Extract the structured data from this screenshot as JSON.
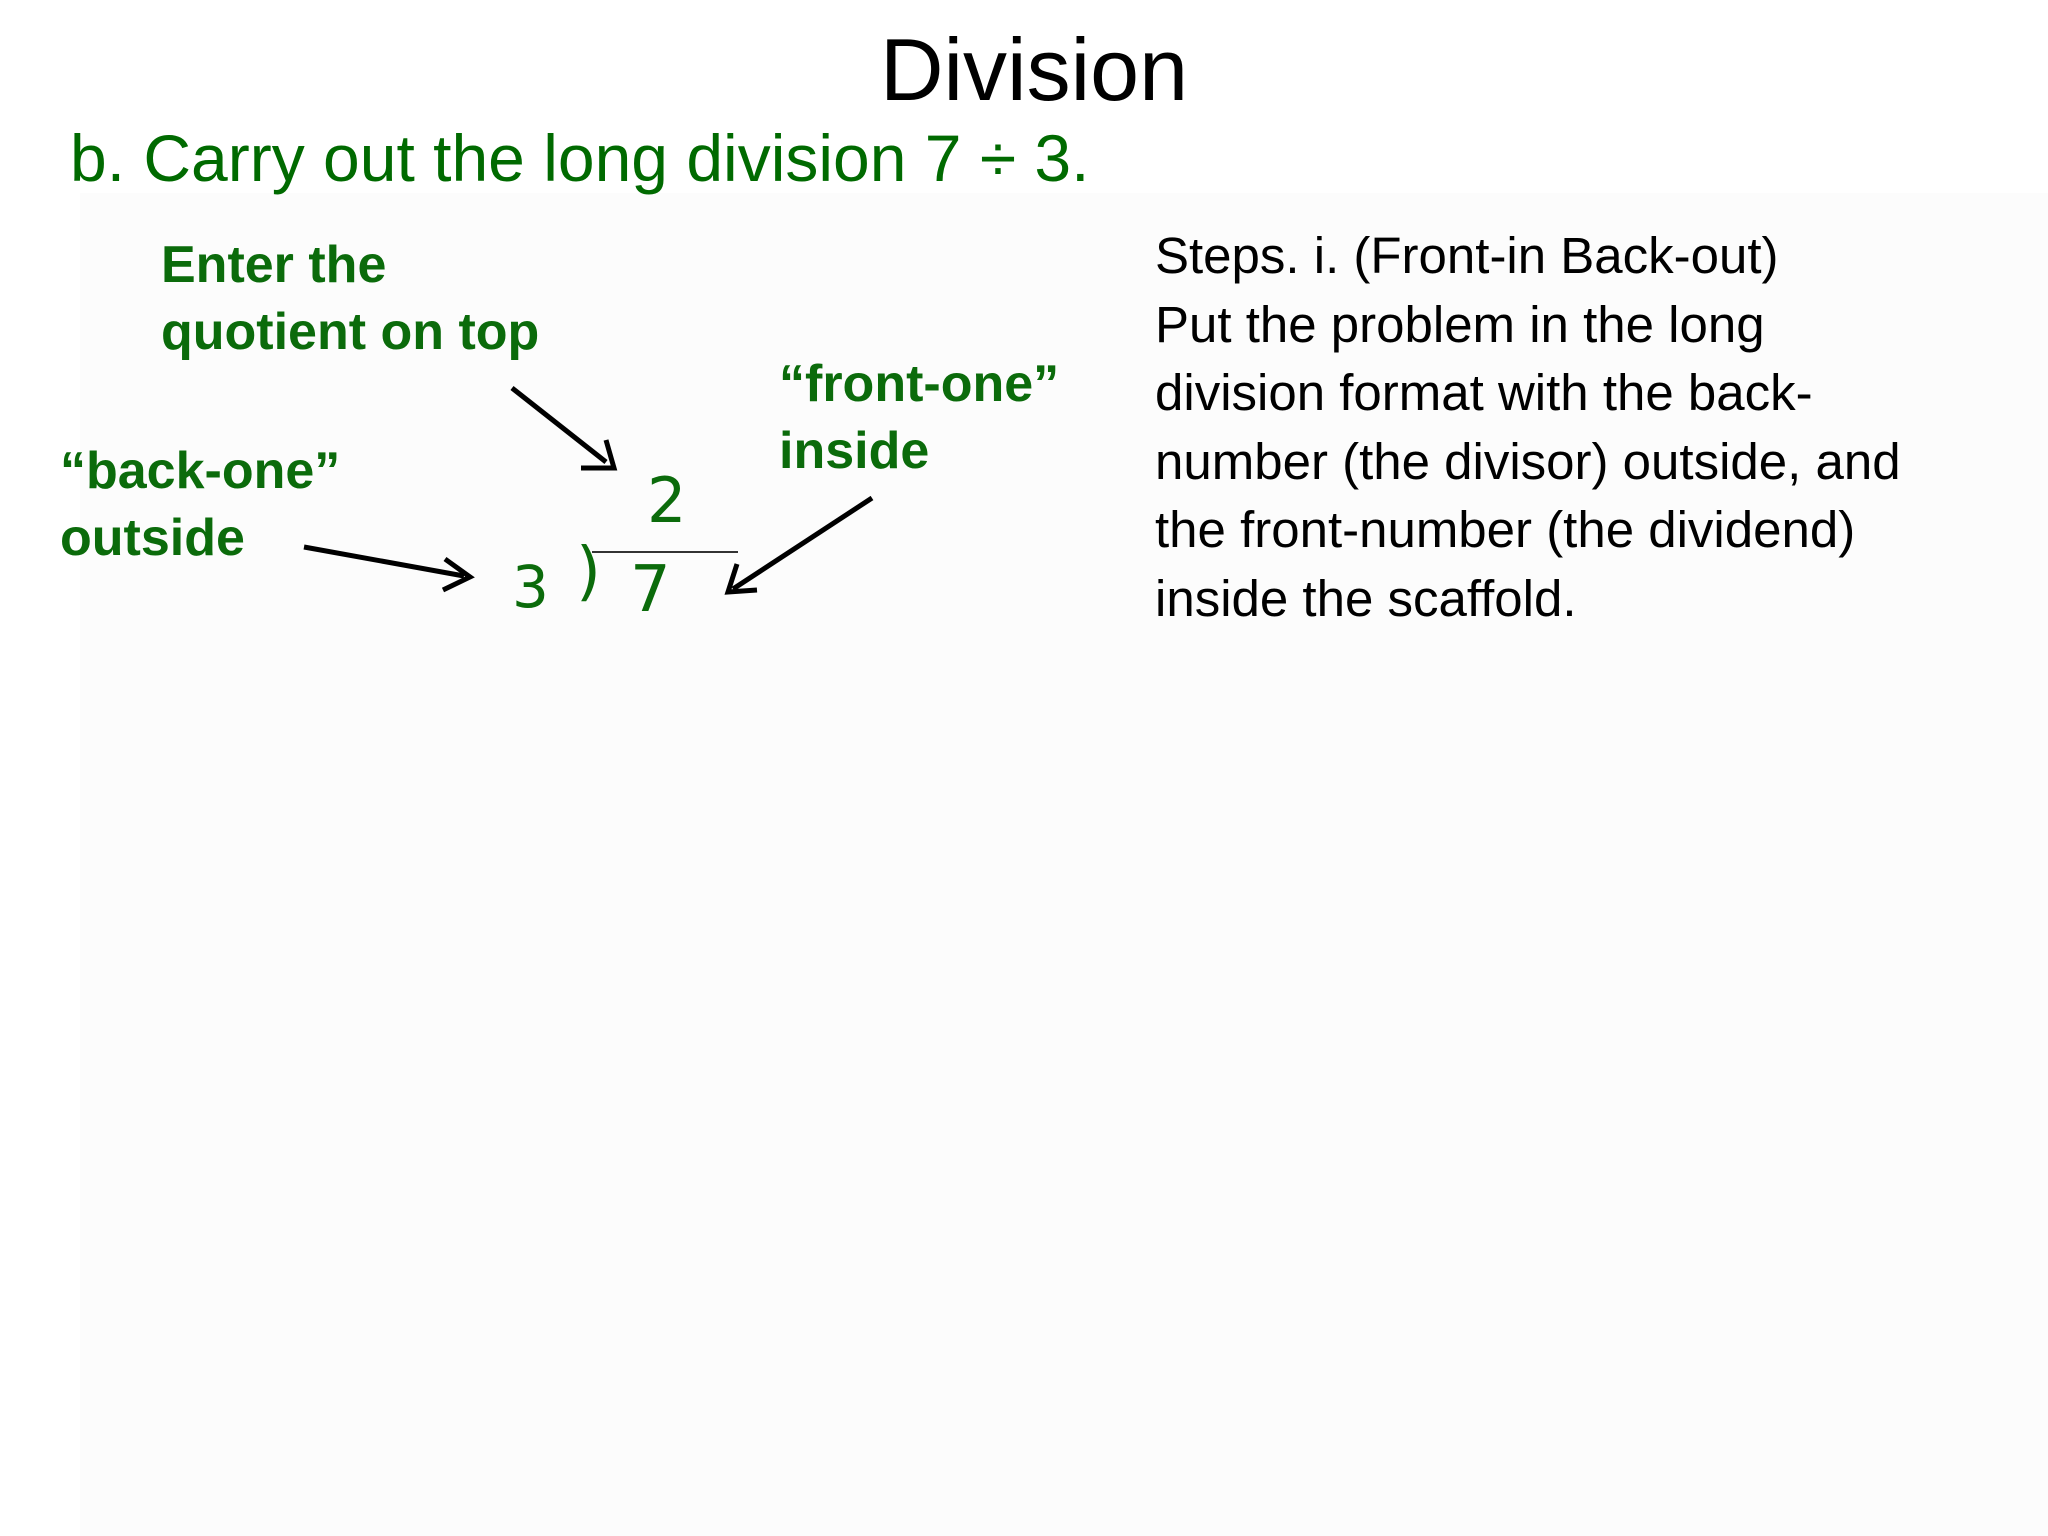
{
  "slide": {
    "title": "Division",
    "subtitle": "b. Carry out the long division 7 ÷ 3."
  },
  "callouts": {
    "quotient": [
      "Enter the",
      "quotient on top"
    ],
    "back_one": [
      "“back-one”",
      "outside"
    ],
    "front_one": [
      "“front-one”",
      "inside"
    ]
  },
  "long_division": {
    "quotient": "2",
    "divisor": "3",
    "bracket": ")",
    "dividend": "7"
  },
  "steps": {
    "lines": [
      "Steps. i.  (Front-in Back-out)",
      "Put the problem in the long",
      "division format with the back-",
      "number (the divisor) outside, and",
      "the front-number (the dividend)",
      "inside the scaffold."
    ]
  },
  "colors": {
    "accent_green": "#0b6b0b",
    "subtitle_green": "#006a00",
    "text_black": "#000000"
  }
}
